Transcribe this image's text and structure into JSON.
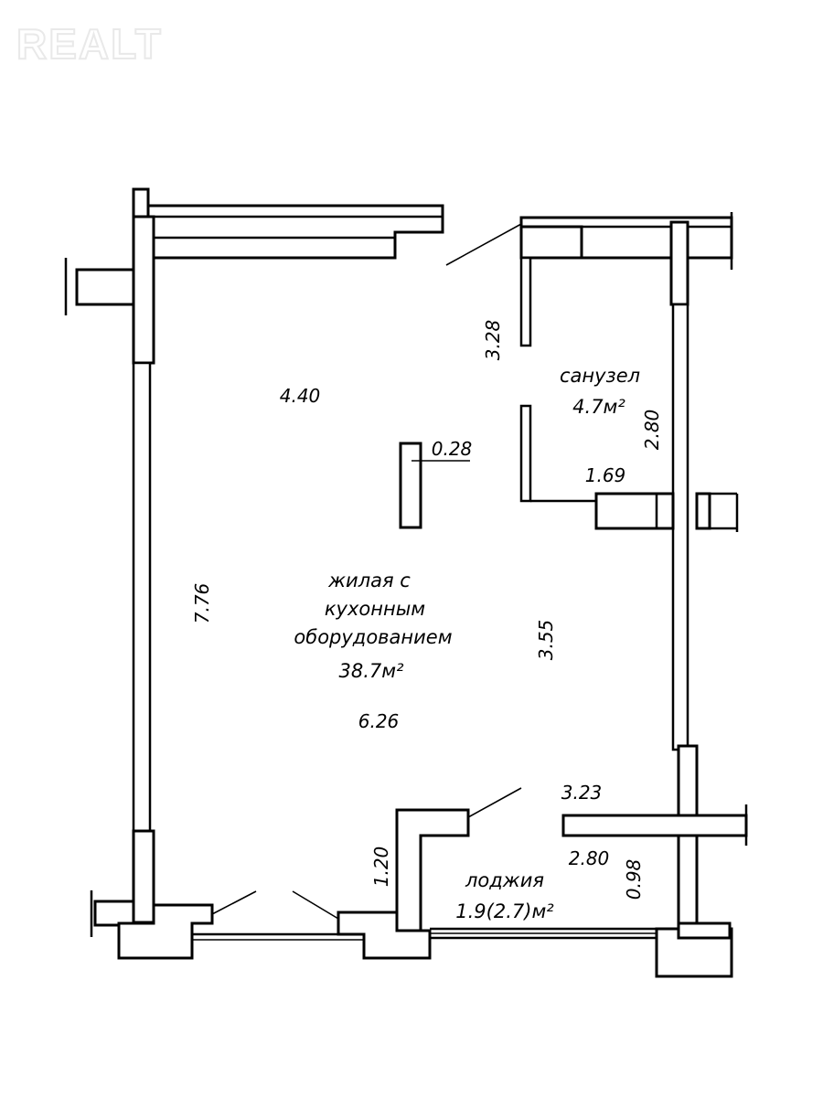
{
  "watermark": {
    "text": "REALT"
  },
  "colors": {
    "line": "#000000",
    "background": "#ffffff",
    "watermark": "#e9e9e9"
  },
  "rooms": {
    "living": {
      "line1": "жилая с",
      "line2": "кухонным",
      "line3": "оборудованием",
      "area": "38.7м²"
    },
    "bathroom": {
      "name": "санузел",
      "area": "4.7м²"
    },
    "loggia": {
      "name": "лоджия",
      "area": "1.9(2.7)м²"
    }
  },
  "dimensions": {
    "top_width": "4.40",
    "left_height": "7.76",
    "column_width": "0.28",
    "living_width": "6.26",
    "right_height": "3.55",
    "entry_height": "3.28",
    "bathroom_height": "2.80",
    "bathroom_width": "1.69",
    "loggia_top": "3.23",
    "loggia_width": "2.80",
    "loggia_height": "1.20",
    "loggia_depth": "0.98"
  }
}
